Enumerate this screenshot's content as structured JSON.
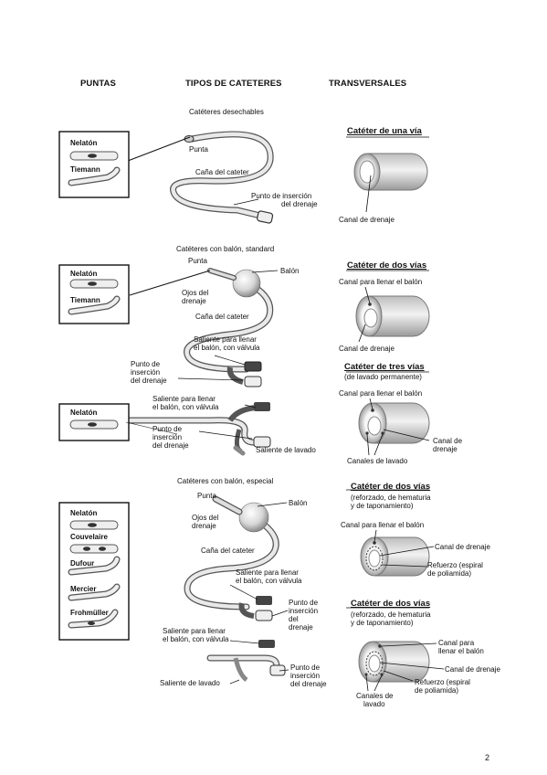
{
  "headers": {
    "puntas": "PUNTAS",
    "tipos": "TIPOS DE CATETERES",
    "transversales": "TRANSVERSALES"
  },
  "section1": {
    "title": "Catéteres desechables",
    "tips": [
      "Nelatón",
      "Tiemann"
    ],
    "labels": {
      "punta": "Punta",
      "cana": "Caña del cateter",
      "insercion_1": "Punto de inserción",
      "insercion_2": "del drenaje"
    },
    "cross": {
      "title": "Catéter de una vía",
      "drain": "Canal de drenaje"
    }
  },
  "section2": {
    "title": "Catéteres con balón, standard",
    "tips": [
      "Nelatón",
      "Tiemann"
    ],
    "tips_b": [
      "Nelatón"
    ],
    "labels": {
      "punta": "Punta",
      "balon": "Balón",
      "ojos_1": "Ojos del",
      "ojos_2": "drenaje",
      "cana": "Caña del cateter",
      "saliente_1": "Saliente para llenar",
      "saliente_2": "el balón, con válvula",
      "pi_1": "Punto de",
      "pi_2": "inserción",
      "pi_3": "del drenaje",
      "saliente_b1": "Saliente para llenar",
      "saliente_b2": "el balón, con válvula",
      "pi_b1": "Punto de",
      "pi_b2": "inserción",
      "pi_b3": "del drenaje",
      "lavado": "Saliente de lavado"
    },
    "cross_two": {
      "title": "Catéter de dos vías",
      "fill": "Canal para llenar el balón",
      "drain": "Canal de drenaje"
    },
    "cross_three": {
      "title": "Catéter de tres vías",
      "subtitle": "(de lavado permanente)",
      "fill": "Canal para llenar el balón",
      "drain_1": "Canal de",
      "drain_2": "drenaje",
      "wash": "Canales de lavado"
    }
  },
  "section3": {
    "title": "Catéteres con balón, especial",
    "tips": [
      "Nelatón",
      "Couvelaire",
      "Dufour",
      "Mercier",
      "Frohmüller"
    ],
    "labels": {
      "punta": "Punta",
      "balon": "Balón",
      "ojos_1": "Ojos del",
      "ojos_2": "drenaje",
      "cana": "Caña del cateter",
      "saliente_1": "Saliente para llenar",
      "saliente_2": "el balón, con válvula",
      "pi_1": "Punto de",
      "pi_2": "inserción",
      "pi_3": "del",
      "pi_4": "drenaje",
      "saliente_b1": "Saliente para llenar",
      "saliente_b2": "el balón, con válvula",
      "pi_b1": "Punto de",
      "pi_b2": "inserción",
      "pi_b3": "del drenaje",
      "lavado": "Saliente de lavado"
    },
    "cross_a": {
      "title": "Catéter de dos vías",
      "sub1": "(reforzado, de hematuria",
      "sub2": "y de taponamiento)",
      "fill": "Canal para llenar el balón",
      "drain": "Canal de drenaje",
      "ref1": "Refuerzo (espiral",
      "ref2": "de poliamida)"
    },
    "cross_b": {
      "title": "Catéter de dos vías",
      "sub1": "(reforzado, de hematuria",
      "sub2": "y de taponamiento)",
      "fill1": "Canal para",
      "fill2": "llenar el balón",
      "drain": "Canal de drenaje",
      "ref1": "Refuerzo (espiral",
      "ref2": "de poliamida)",
      "wash1": "Canales de",
      "wash2": "lavado"
    }
  },
  "page_number": "2"
}
